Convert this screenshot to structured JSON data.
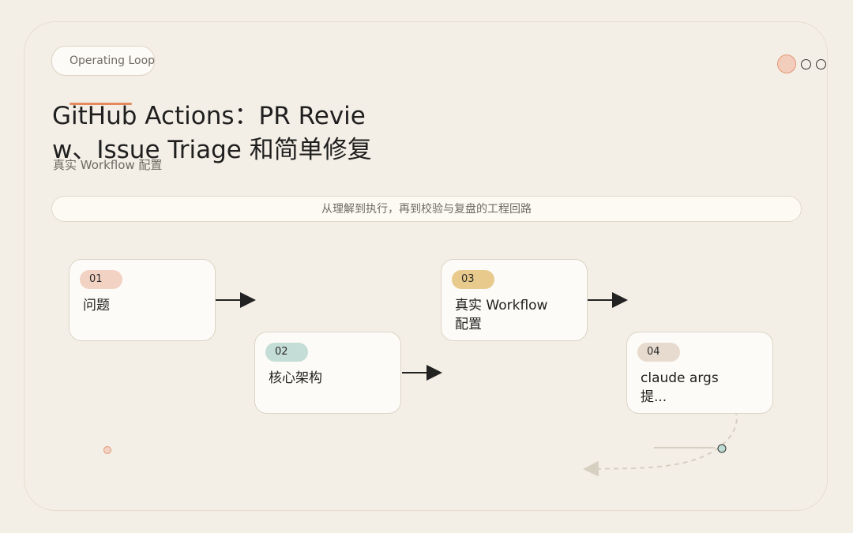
{
  "header": {
    "tag": "Operating Loop",
    "title": "GitHub Actions：PR Review、Issue Triage 和简单修复",
    "subtitle": "真实 Workflow 配置"
  },
  "banner": "从理解到执行，再到校验与复盘的工程回路",
  "steps": [
    {
      "num": "01",
      "label": "问题",
      "color": "#f2d2c3"
    },
    {
      "num": "02",
      "label": "核心架构",
      "color": "#c4ddd6"
    },
    {
      "num": "03",
      "label": "真实 Workflow 配置",
      "color": "#e8cb8c"
    },
    {
      "num": "04",
      "label": "claude args 提...",
      "color": "#e7dbcf"
    }
  ],
  "colors": {
    "accent": "#e38a5e",
    "background": "#f4efe6",
    "card": "#fdfbf7"
  }
}
